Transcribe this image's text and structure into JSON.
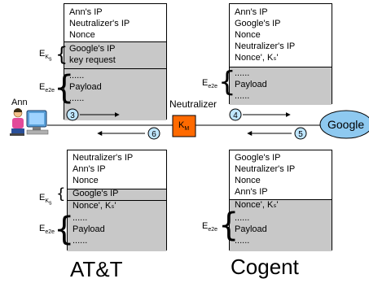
{
  "packets": {
    "top_left": {
      "lines": [
        "Ann's IP",
        "Neutralizer's IP",
        "Nonce",
        "Google's IP",
        "key request",
        "......",
        "Payload",
        "......"
      ]
    },
    "top_right": {
      "lines": [
        "Ann's IP",
        "Google's IP",
        "Nonce",
        "Neutralizer's IP",
        "Nonce', Kₛ'",
        "......",
        "Payload",
        "......"
      ]
    },
    "bottom_left": {
      "lines": [
        "Neutralizer's IP",
        "Ann's IP",
        "Nonce",
        "Google's IP",
        "Nonce', Kₛ'",
        "......",
        "Payload",
        "......"
      ]
    },
    "bottom_right": {
      "lines": [
        "Google's IP",
        "Neutralizer's IP",
        "Nonce",
        "Ann's IP",
        "Nonce', Kₛ'",
        "......",
        "Payload",
        "......"
      ]
    }
  },
  "labels": {
    "eks_main": "E",
    "eks_sub": "K",
    "eks_subsub": "s",
    "ee2e_main": "E",
    "ee2e_sub": "e2e"
  },
  "nodes": {
    "ann": "Ann",
    "neutralizer": "Neutralizer",
    "km_main": "K",
    "km_sub": "M",
    "google": "Google"
  },
  "steps": [
    "3",
    "4",
    "5",
    "6"
  ],
  "networks": {
    "left": "AT&T",
    "right": "Cogent"
  },
  "colors": {
    "gray_fill": "#c8c8c8",
    "neutralizer_box": "#ff6a00",
    "google_fill": "#8ec9f0",
    "step_circle": "#bfe6ff"
  }
}
